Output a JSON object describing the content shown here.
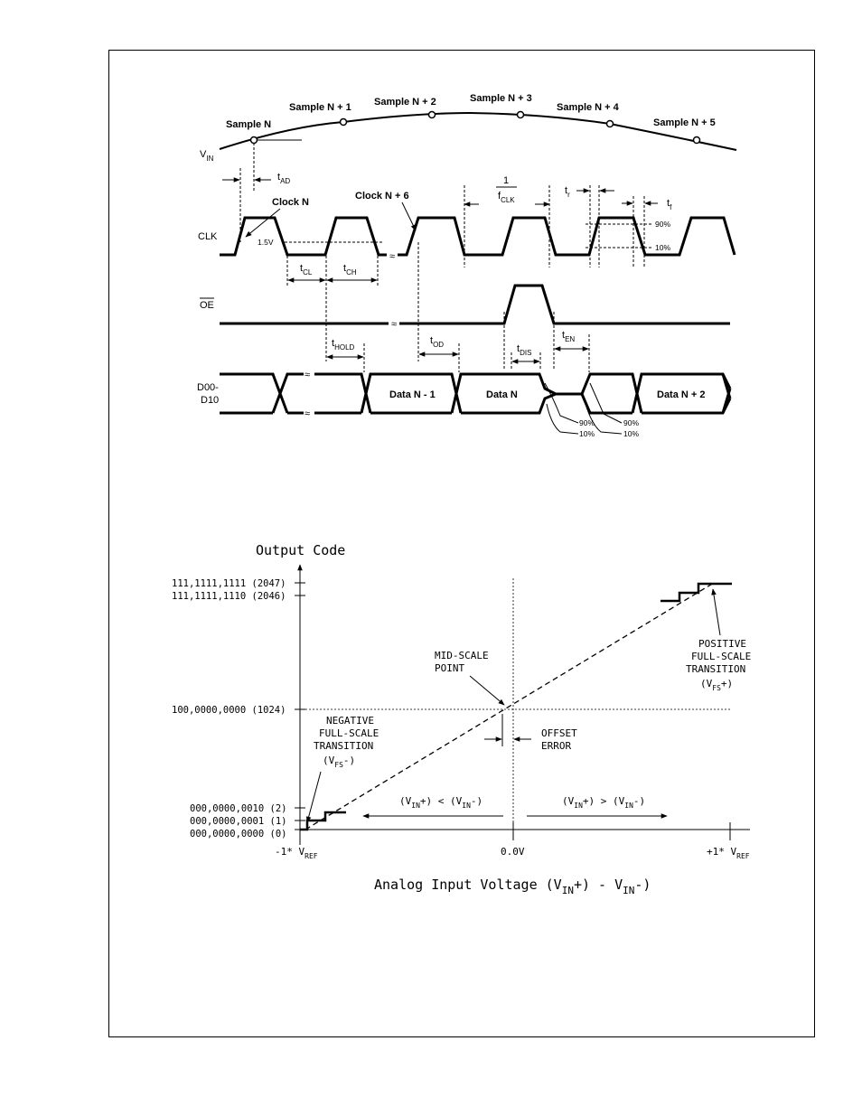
{
  "timing": {
    "samples": [
      "Sample N",
      "Sample N + 1",
      "Sample N + 2",
      "Sample N + 3",
      "Sample N + 4",
      "Sample N + 5"
    ],
    "vin": "V",
    "vin_sub": "IN",
    "t_ad": "t",
    "t_ad_sub": "AD",
    "clock_n": "Clock N",
    "clock_n6": "Clock N + 6",
    "clk": "CLK",
    "level_15v": "1.5V",
    "one": "1",
    "f_clk": "f",
    "f_clk_sub": "CLK",
    "t_r": "t",
    "t_r_sub": "r",
    "t_f": "t",
    "t_f_sub": "f",
    "pct90": "90%",
    "pct10": "10%",
    "t_cl": "t",
    "t_cl_sub": "CL",
    "t_ch": "t",
    "t_ch_sub": "CH",
    "oe": "OE",
    "t_hold": "t",
    "t_hold_sub": "HOLD",
    "t_od": "t",
    "t_od_sub": "OD",
    "t_dis": "t",
    "t_dis_sub": "DIS",
    "t_en": "t",
    "t_en_sub": "EN",
    "d00": "D00-",
    "d10": "D10",
    "data_n_minus_1": "Data N - 1",
    "data_n": "Data N",
    "data_n_plus_2": "Data N + 2"
  },
  "transfer": {
    "y_title": "Output Code",
    "codes": [
      "111,1111,1111 (2047)",
      "111,1111,1110 (2046)",
      "100,0000,0000 (1024)",
      "000,0000,0010 (2)",
      "000,0000,0001 (1)",
      "000,0000,0000 (0)"
    ],
    "mid_scale": [
      "MID-SCALE",
      "POINT"
    ],
    "offset_error": [
      "OFFSET",
      "ERROR"
    ],
    "positive": [
      "POSITIVE",
      "FULL-SCALE",
      "TRANSITION"
    ],
    "negative": [
      "NEGATIVE",
      "FULL-SCALE",
      "TRANSITION"
    ],
    "vfs_plus": "(V",
    "vfs_plus_sub": "FS",
    "vfs_plus_tail": "+)",
    "vfs_minus": "(V",
    "vfs_minus_sub": "FS",
    "vfs_minus_tail": "-)",
    "region_left": "(V",
    "region_left_sub": "IN",
    "region_left_tail": "+) < (V",
    "region_left_sub2": "IN",
    "region_left_tail2": "-)",
    "region_right": "(V",
    "region_right_sub": "IN",
    "region_right_tail": "+) > (V",
    "region_right_sub2": "IN",
    "region_right_tail2": "-)",
    "x_left": "-1* V",
    "x_left_sub": "REF",
    "x_mid": "0.0V",
    "x_right": "+1* V",
    "x_right_sub": "REF",
    "x_title": "Analog Input Voltage (V",
    "x_title_sub": "IN",
    "x_title_mid": "+) - V",
    "x_title_sub2": "IN",
    "x_title_tail": "-)"
  }
}
